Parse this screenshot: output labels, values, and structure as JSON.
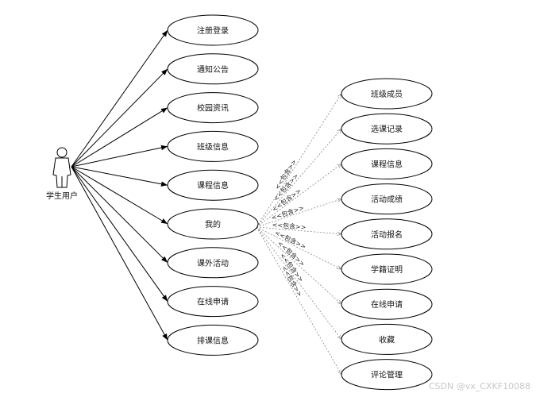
{
  "actor": {
    "label": "学生用户",
    "icon": "person-icon"
  },
  "main_use_cases": [
    "注册登录",
    "通知公告",
    "校园资讯",
    "班级信息",
    "课程信息",
    "我的",
    "课外活动",
    "在线申请",
    "排课信息"
  ],
  "hub_index": 5,
  "sub_use_cases": [
    "班级成员",
    "选课记录",
    "课程信息",
    "活动成绩",
    "活动报名",
    "学籍证明",
    "在线申请",
    "收藏",
    "评论管理"
  ],
  "include_label": "<<包含>>",
  "watermark": "CSDN @vx_CXKF10088",
  "colors": {
    "stroke": "#000000",
    "dashed": "#888888",
    "text": "#111111",
    "watermark": "#c8c8c8"
  }
}
